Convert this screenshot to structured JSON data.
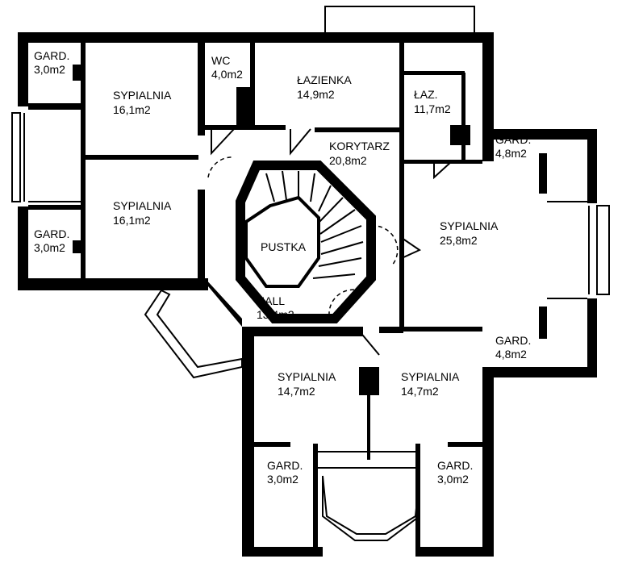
{
  "rooms": [
    {
      "name": "GARD.",
      "area": "3,0m2"
    },
    {
      "name": "SYPIALNIA",
      "area": "16,1m2"
    },
    {
      "name": "WC",
      "area": "4,0m2"
    },
    {
      "name": "ŁAZIENKA",
      "area": "14,9m2"
    },
    {
      "name": "ŁAZ.",
      "area": "11,7m2"
    },
    {
      "name": "KORYTARZ",
      "area": "20,8m2"
    },
    {
      "name": "GARD.",
      "area": "4,8m2"
    },
    {
      "name": "SYPIALNIA",
      "area": "16,1m2"
    },
    {
      "name": "GARD.",
      "area": "3,0m2"
    },
    {
      "name": "PUSTKA",
      "area": ""
    },
    {
      "name": "SYPIALNIA",
      "area": "25,8m2"
    },
    {
      "name": "HALL",
      "area": "13,4m2"
    },
    {
      "name": "GARD.",
      "area": "4,8m2"
    },
    {
      "name": "SYPIALNIA",
      "area": "14,7m2"
    },
    {
      "name": "SYPIALNIA",
      "area": "14,7m2"
    },
    {
      "name": "GARD.",
      "area": "3,0m2"
    },
    {
      "name": "GARD.",
      "area": "3,0m2"
    }
  ]
}
